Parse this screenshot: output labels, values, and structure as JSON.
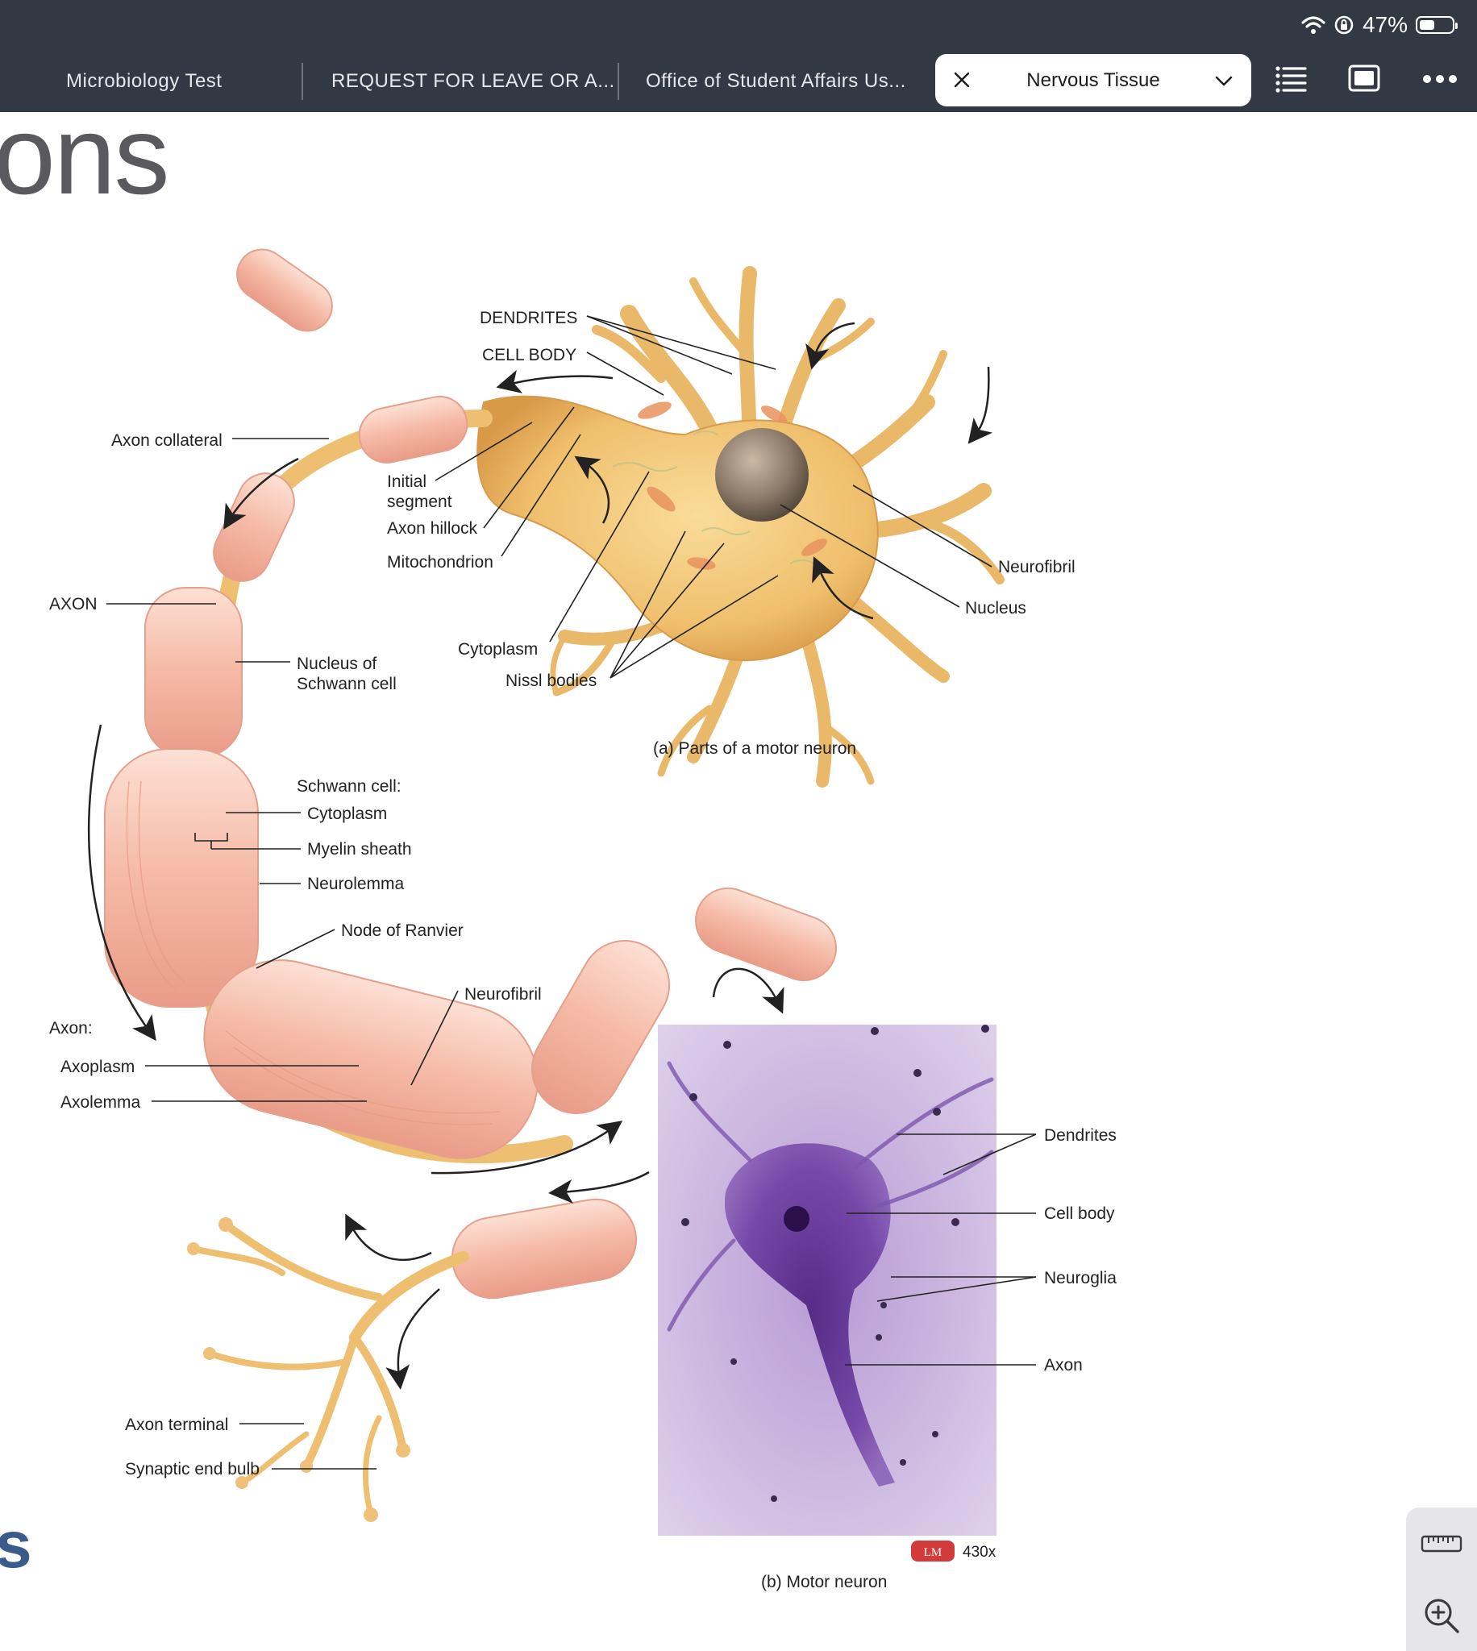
{
  "status_bar": {
    "battery_percent": "47%",
    "battery_level": 0.47
  },
  "tabs": [
    {
      "label": "Microbiology Test"
    },
    {
      "label": "REQUEST FOR LEAVE OR A..."
    },
    {
      "label": "Office of Student Affairs Us..."
    }
  ],
  "active_tab": {
    "label": "Nervous Tissue"
  },
  "page": {
    "heading_fragment": "ons",
    "bottom_fragment": "s"
  },
  "figure": {
    "labels": {
      "dendrites": "DENDRITES",
      "cell_body": "CELL BODY",
      "axon_collateral": "Axon collateral",
      "initial": "Initial",
      "segment": "segment",
      "axon_hillock": "Axon hillock",
      "mitochondrion": "Mitochondrion",
      "axon": "AXON",
      "neurofibril_a": "Neurofibril",
      "nucleus": "Nucleus",
      "nucleus_of": "Nucleus of",
      "schwann_cell": "Schwann cell",
      "cytoplasm_a": "Cytoplasm",
      "nissl_bodies": "Nissl bodies",
      "caption_a": "(a) Parts of a motor neuron",
      "schwann_cell_hdr": "Schwann cell:",
      "cytoplasm_b": "Cytoplasm",
      "myelin_sheath": "Myelin sheath",
      "neurolemma": "Neurolemma",
      "node_of_ranvier": "Node of Ranvier",
      "neurofibril_b": "Neurofibril",
      "axon_hdr": "Axon:",
      "axoplasm": "Axoplasm",
      "axolemma": "Axolemma",
      "axon_terminal": "Axon terminal",
      "synaptic_end_bulb": "Synaptic end bulb",
      "micro_dendrites": "Dendrites",
      "micro_cell_body": "Cell body",
      "micro_neuroglia": "Neuroglia",
      "micro_axon": "Axon",
      "lm_badge": "LM",
      "magnification": "430x",
      "caption_b": "(b) Motor neuron"
    }
  },
  "colors": {
    "chrome_bg": "#323844",
    "axon": "#f0c27a",
    "schwann": "#f7c4b4",
    "stain": "#6b3fa0"
  }
}
